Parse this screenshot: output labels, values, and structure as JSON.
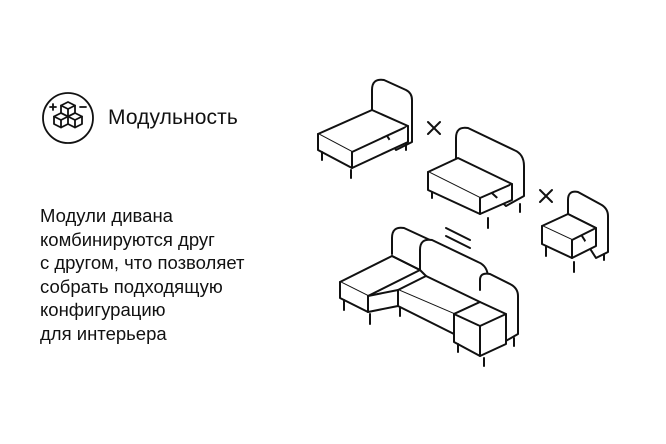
{
  "feature": {
    "title": "Модульность",
    "icon": "cubes-plus-minus-icon"
  },
  "description_lines": [
    "Модули дивана",
    "комбинируются друг",
    "с другом, что позволяет",
    "собрать подходящую",
    "конфигурацию",
    "для интерьера"
  ],
  "colors": {
    "line": "#111111",
    "background": "#ffffff"
  }
}
